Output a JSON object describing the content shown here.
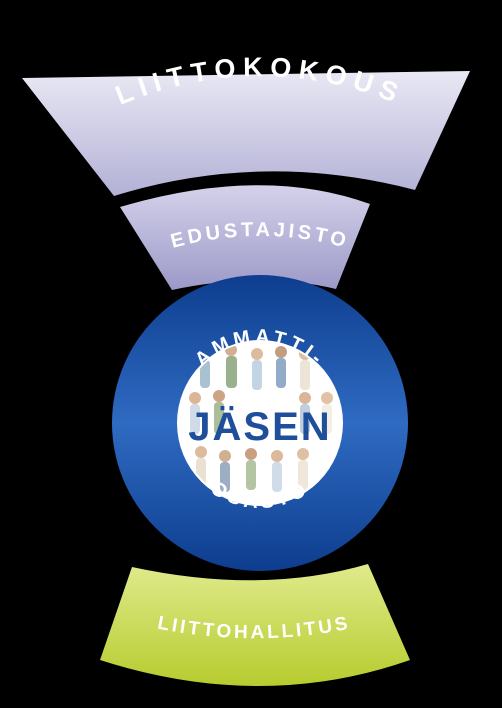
{
  "diagram": {
    "segments": [
      {
        "id": "liittokokous",
        "label": "LIITTOKOKOUS",
        "color_light": "#e9e8f4",
        "color_dark": "#b3b1d6"
      },
      {
        "id": "edustajisto",
        "label": "EDUSTAJISTO",
        "color_light": "#d4d2ea",
        "color_dark": "#9c99c8"
      },
      {
        "id": "liittohallitus",
        "label": "LIITTOHALLITUS",
        "color_light": "#e0ea8c",
        "color_dark": "#b6cc2e"
      }
    ],
    "ring": {
      "top_label": "AMMATTI-",
      "bottom_label": "OSASTO",
      "color_outer": "#0d3d8e",
      "color_mid": "#2f6bc2"
    },
    "center": {
      "label": "JÄSEN",
      "text_color": "#1f4e9b"
    }
  }
}
